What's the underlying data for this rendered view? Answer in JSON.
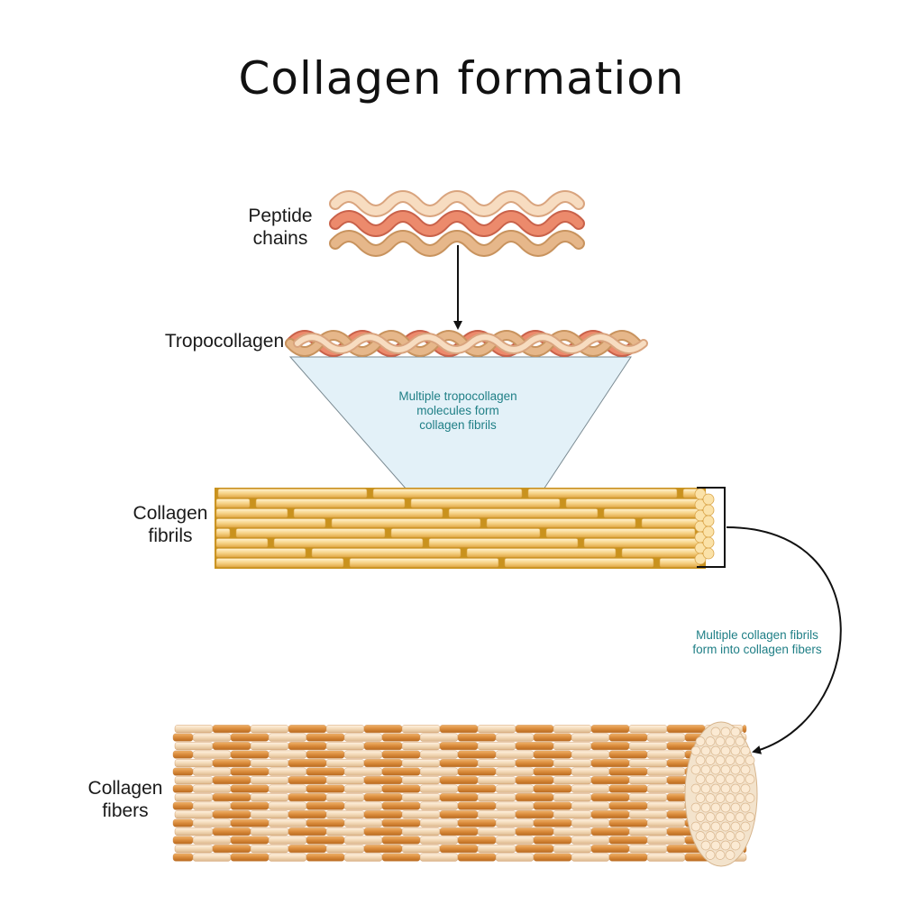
{
  "title": "Collagen formation",
  "labels": {
    "peptide": "Peptide\nchains",
    "tropocollagen": "Tropocollagen",
    "fibrils": "Collagen\nfibrils",
    "fibers": "Collagen\nfibers"
  },
  "notes": {
    "tropo_to_fibrils": "Multiple tropocollagen\nmolecules form\ncollagen fibrils",
    "fibrils_to_fibers": "Multiple collagen fibrils\nform into collagen fibers"
  },
  "colors": {
    "peptide_light": "#f7dcc0",
    "peptide_salmon": "#ec8a6c",
    "peptide_tan": "#e6b78a",
    "fibril_light": "#fbe2a8",
    "fibril_gold": "#f2c46a",
    "fibril_gap": "#c9921e",
    "fiber_dark": "#d98a3a",
    "fiber_light": "#f3d9b7",
    "funnel": "#e3f1f8",
    "note": "#1f7f86"
  }
}
